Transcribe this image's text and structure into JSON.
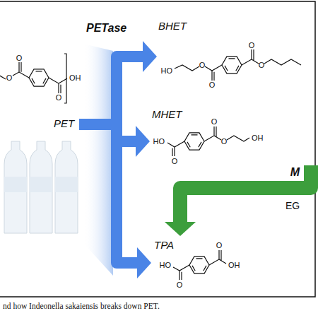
{
  "diagram": {
    "caption": "nd how Indeonella sakaiensis breaks down PET.",
    "nodes": [
      {
        "text": [
          "PET"
        ]
      },
      {
        "text": [
          "BHET"
        ]
      },
      {
        "text": [
          "MHET"
        ]
      },
      {
        "text": [
          "TPA"
        ]
      }
    ],
    "edges": [
      {
        "from": 0,
        "to": 1,
        "arrow": "to",
        "label": "PETase"
      },
      {
        "from": 0,
        "to": 2,
        "arrow": "to"
      },
      {
        "from": 0,
        "to": 3,
        "arrow": "to"
      },
      {
        "from": 2,
        "to": 3,
        "arrow": "to",
        "label": "M"
      }
    ],
    "labels": [
      "O",
      "O",
      "O",
      "OH",
      "HO",
      "O",
      "O",
      "O",
      "O",
      "HO",
      "O",
      "O",
      "O",
      "OH",
      "EG",
      "O",
      "OH",
      "HO",
      "O"
    ]
  }
}
